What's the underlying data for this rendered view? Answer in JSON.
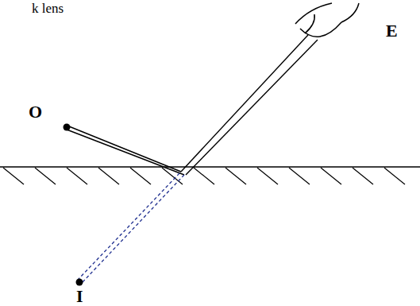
{
  "diagram": {
    "labels": [
      "k lens",
      "O",
      "E",
      "I"
    ]
  }
}
